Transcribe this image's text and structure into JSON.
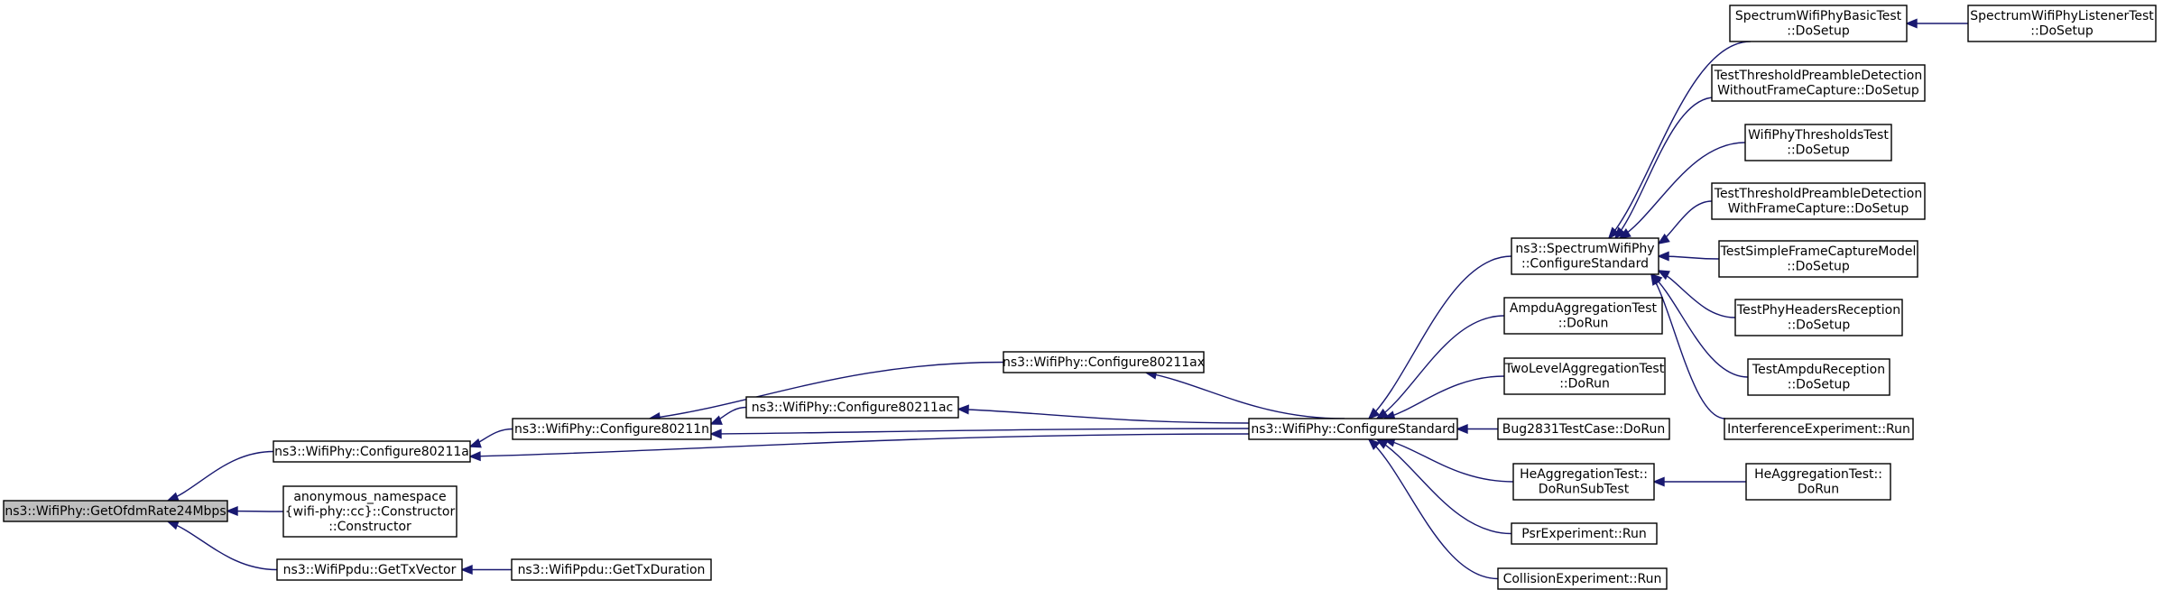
{
  "graph": {
    "style": {
      "edge_color": "#191970",
      "node_fill": "#ffffff",
      "root_fill": "#bfbfbf",
      "border": "#000000"
    },
    "nodes": [
      {
        "id": "n0",
        "lines": [
          "ns3::WifiPhy::GetOfdmRate24Mbps"
        ],
        "root": true
      },
      {
        "id": "n1",
        "lines": [
          "ns3::WifiPhy::Configure80211a"
        ]
      },
      {
        "id": "n2",
        "lines": [
          "anonymous_namespace",
          "{wifi-phy::cc}::Constructor",
          "::Constructor"
        ]
      },
      {
        "id": "n3",
        "lines": [
          "ns3::WifiPpdu::GetTxVector"
        ]
      },
      {
        "id": "n4",
        "lines": [
          "ns3::WifiPhy::Configure80211n"
        ]
      },
      {
        "id": "n5",
        "lines": [
          "ns3::WifiPhy::ConfigureStandard"
        ]
      },
      {
        "id": "n6",
        "lines": [
          "ns3::WifiPpdu::GetTxDuration"
        ]
      },
      {
        "id": "n7",
        "lines": [
          "ns3::WifiPhy::Configure80211ac"
        ]
      },
      {
        "id": "n8",
        "lines": [
          "ns3::WifiPhy::Configure80211ax"
        ]
      },
      {
        "id": "n9",
        "lines": [
          "ns3::SpectrumWifiPhy",
          "::ConfigureStandard"
        ]
      },
      {
        "id": "n10",
        "lines": [
          "AmpduAggregationTest",
          "::DoRun"
        ]
      },
      {
        "id": "n11",
        "lines": [
          "TwoLevelAggregationTest",
          "::DoRun"
        ]
      },
      {
        "id": "n12",
        "lines": [
          "Bug2831TestCase::DoRun"
        ]
      },
      {
        "id": "n13",
        "lines": [
          "HeAggregationTest::",
          "DoRunSubTest"
        ]
      },
      {
        "id": "n14",
        "lines": [
          "PsrExperiment::Run"
        ]
      },
      {
        "id": "n15",
        "lines": [
          "CollisionExperiment::Run"
        ]
      },
      {
        "id": "n16",
        "lines": [
          "SpectrumWifiPhyBasicTest",
          "::DoSetup"
        ]
      },
      {
        "id": "n17",
        "lines": [
          "TestThresholdPreambleDetection",
          "WithoutFrameCapture::DoSetup"
        ]
      },
      {
        "id": "n18",
        "lines": [
          "WifiPhyThresholdsTest",
          "::DoSetup"
        ]
      },
      {
        "id": "n19",
        "lines": [
          "TestThresholdPreambleDetection",
          "WithFrameCapture::DoSetup"
        ]
      },
      {
        "id": "n20",
        "lines": [
          "TestSimpleFrameCaptureModel",
          "::DoSetup"
        ]
      },
      {
        "id": "n21",
        "lines": [
          "TestPhyHeadersReception",
          "::DoSetup"
        ]
      },
      {
        "id": "n22",
        "lines": [
          "TestAmpduReception",
          "::DoSetup"
        ]
      },
      {
        "id": "n23",
        "lines": [
          "InterferenceExperiment::Run"
        ]
      },
      {
        "id": "n24",
        "lines": [
          "HeAggregationTest::",
          "DoRun"
        ]
      },
      {
        "id": "n25",
        "lines": [
          "SpectrumWifiPhyListenerTest",
          "::DoSetup"
        ]
      }
    ],
    "edges": [
      {
        "from": "n1",
        "to": "n0"
      },
      {
        "from": "n2",
        "to": "n0"
      },
      {
        "from": "n3",
        "to": "n0"
      },
      {
        "from": "n4",
        "to": "n1"
      },
      {
        "from": "n5",
        "to": "n1"
      },
      {
        "from": "n6",
        "to": "n3"
      },
      {
        "from": "n7",
        "to": "n4"
      },
      {
        "from": "n8",
        "to": "n4"
      },
      {
        "from": "n5",
        "to": "n4"
      },
      {
        "from": "n5",
        "to": "n7"
      },
      {
        "from": "n5",
        "to": "n8"
      },
      {
        "from": "n9",
        "to": "n5"
      },
      {
        "from": "n10",
        "to": "n5"
      },
      {
        "from": "n11",
        "to": "n5"
      },
      {
        "from": "n12",
        "to": "n5"
      },
      {
        "from": "n13",
        "to": "n5"
      },
      {
        "from": "n14",
        "to": "n5"
      },
      {
        "from": "n15",
        "to": "n5"
      },
      {
        "from": "n24",
        "to": "n13"
      },
      {
        "from": "n16",
        "to": "n9"
      },
      {
        "from": "n17",
        "to": "n9"
      },
      {
        "from": "n18",
        "to": "n9"
      },
      {
        "from": "n19",
        "to": "n9"
      },
      {
        "from": "n20",
        "to": "n9"
      },
      {
        "from": "n21",
        "to": "n9"
      },
      {
        "from": "n22",
        "to": "n9"
      },
      {
        "from": "n23",
        "to": "n9"
      },
      {
        "from": "n25",
        "to": "n16"
      }
    ]
  }
}
